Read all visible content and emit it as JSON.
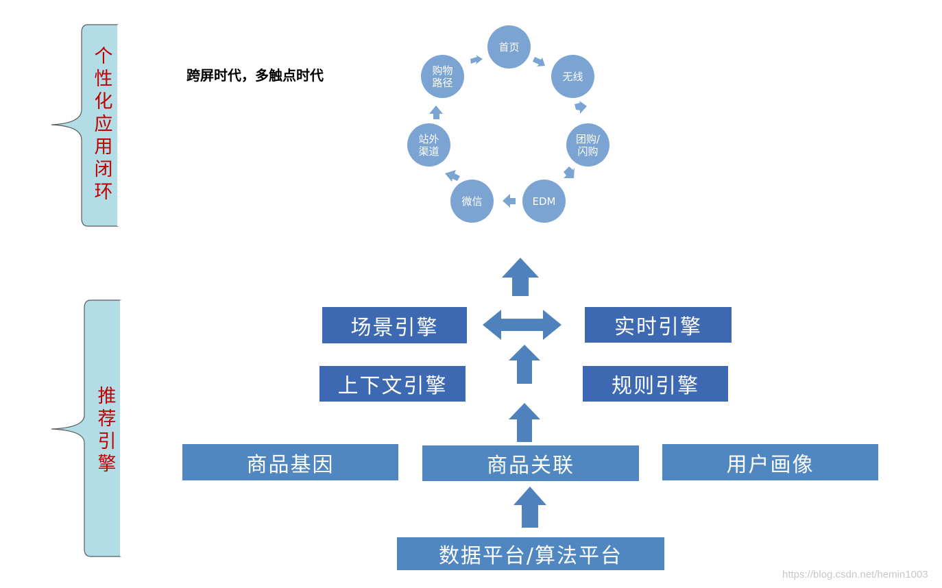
{
  "left_brackets": [
    {
      "label": "个性化应用闭环",
      "chars": [
        "个",
        "性",
        "化",
        "应",
        "用",
        "闭",
        "环"
      ]
    },
    {
      "label": "推荐引擎",
      "chars": [
        "推",
        "荐",
        "引",
        "擎"
      ]
    }
  ],
  "cycle": {
    "title": "跨屏时代，多触点时代",
    "nodes": [
      "首页",
      "无线",
      "团购/\n闪购",
      "EDM",
      "微信",
      "站外\n渠道",
      "购物\n路径"
    ]
  },
  "engines": {
    "scene": "场景引擎",
    "realtime": "实时引擎",
    "context": "上下文引擎",
    "rule": "规则引擎"
  },
  "base_layer": {
    "product_gene": "商品基因",
    "product_association": "商品关联",
    "user_profile": "用户画像"
  },
  "platform": "数据平台/算法平台",
  "watermark": "https://blog.csdn.net/hemin1003",
  "colors": {
    "bracket_fill": "#b3dde6",
    "bracket_stroke": "#5a5a5a",
    "label_red": "#c00000",
    "node_light": "#7ba4d2",
    "box_navy": "#3d69b3",
    "box_steel": "#5087c1",
    "arrow": "#4f81bd"
  }
}
